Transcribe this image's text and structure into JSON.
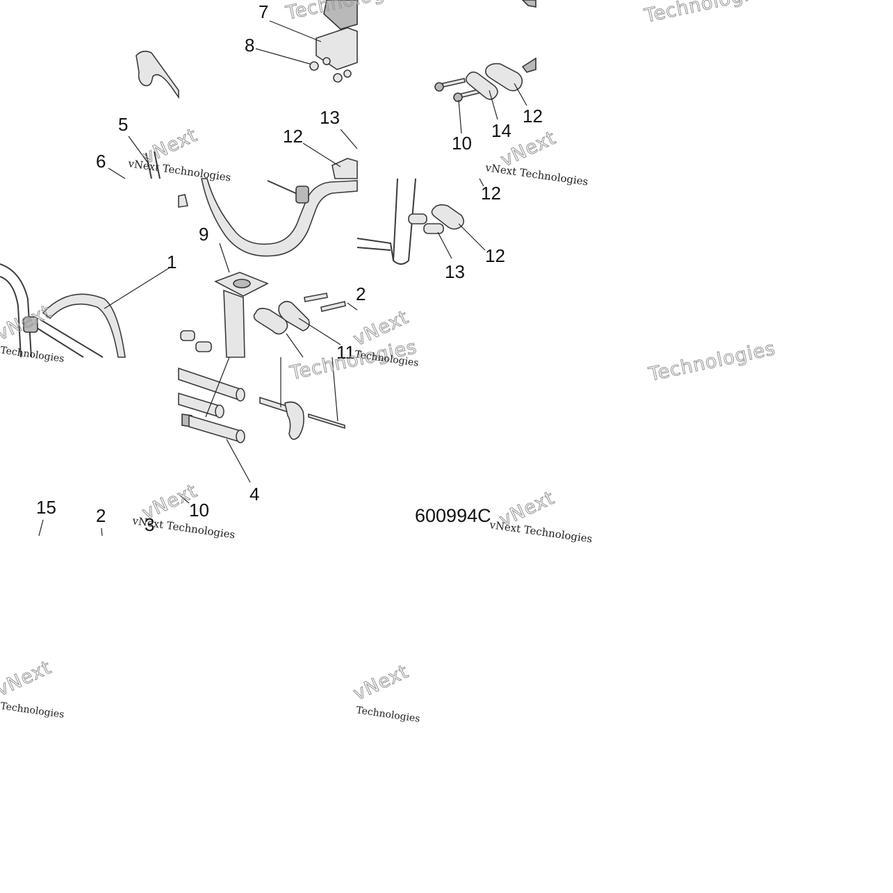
{
  "figure": {
    "id": "600994C",
    "callouts": [
      {
        "key": "c7",
        "text": "7"
      },
      {
        "key": "c8",
        "text": "8"
      },
      {
        "key": "c5",
        "text": "5"
      },
      {
        "key": "c6",
        "text": "6"
      },
      {
        "key": "c13a",
        "text": "13"
      },
      {
        "key": "c12a",
        "text": "12"
      },
      {
        "key": "c10a",
        "text": "10"
      },
      {
        "key": "c14",
        "text": "14"
      },
      {
        "key": "c12b",
        "text": "12"
      },
      {
        "key": "c12c",
        "text": "12"
      },
      {
        "key": "c9",
        "text": "9"
      },
      {
        "key": "c1",
        "text": "1"
      },
      {
        "key": "c12d",
        "text": "12"
      },
      {
        "key": "c13b",
        "text": "13"
      },
      {
        "key": "c2a",
        "text": "2"
      },
      {
        "key": "c11",
        "text": "11"
      },
      {
        "key": "c4",
        "text": "4"
      },
      {
        "key": "c10b",
        "text": "10"
      },
      {
        "key": "c15",
        "text": "15"
      },
      {
        "key": "c2b",
        "text": "2"
      },
      {
        "key": "c3",
        "text": "3"
      }
    ]
  },
  "watermark": {
    "brand": "vNext",
    "technologies": "Technologies",
    "brand_line": "vNext Technologies"
  },
  "colors": {
    "line": "#3a3a3a",
    "fill": "#e6e6e6",
    "watermark": "#9a9a9a"
  }
}
